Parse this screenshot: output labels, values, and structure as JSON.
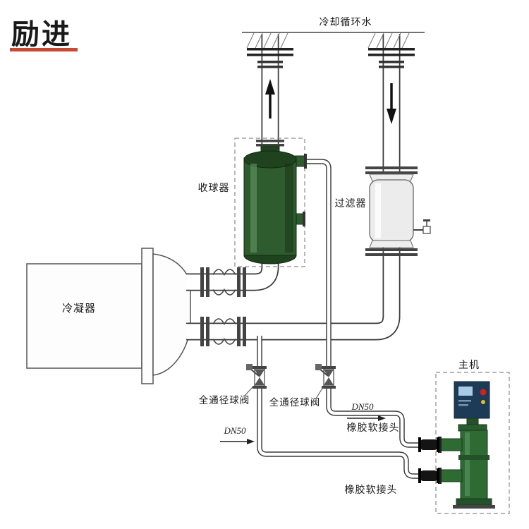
{
  "brand": {
    "logo_text": "励进",
    "text_color": "#a81414",
    "underline_color": "#c84a32"
  },
  "labels": {
    "cooling_water": "冷却循环水",
    "ball_collector": "收球器",
    "filter": "过滤器",
    "condenser": "冷凝器",
    "full_bore_ball_valve_left": "全通径球阀",
    "full_bore_ball_valve_right": "全通径球阀",
    "dn50_lower": "DN50",
    "dn50_upper": "DN50",
    "main_unit": "主机",
    "rubber_joint_upper": "橡胶软接头",
    "rubber_joint_lower": "橡胶软接头"
  },
  "colors": {
    "line": "#3a3a3a",
    "vessel_green": "#2e5c2e",
    "vessel_green_dark": "#1f421f",
    "pump_green": "#2e6b33",
    "panel_blue": "#1d3a57",
    "button_red": "#cc2222",
    "indicator_yellow": "#e8b72a"
  }
}
